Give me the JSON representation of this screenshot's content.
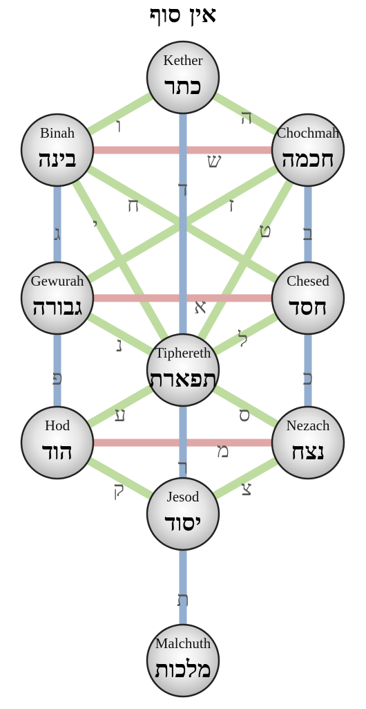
{
  "title": "אין סוף",
  "colors": {
    "vertical_path": "#93aecf",
    "horizontal_path": "#e0a7a7",
    "diagonal_path": "#bedc9f",
    "circle_edge": "#222222",
    "circle_center": "#ffffff",
    "circle_rim": "#b8b8b8",
    "letter": "#555555"
  },
  "sephiroth": [
    {
      "id": "kether",
      "name": "Kether",
      "hebrew": "כתר"
    },
    {
      "id": "binah",
      "name": "Binah",
      "hebrew": "בינה"
    },
    {
      "id": "chochmah",
      "name": "Chochmah",
      "hebrew": "חכמה"
    },
    {
      "id": "gewurah",
      "name": "Gewurah",
      "hebrew": "גבורה"
    },
    {
      "id": "chesed",
      "name": "Chesed",
      "hebrew": "חסד"
    },
    {
      "id": "tiphereth",
      "name": "Tiphereth",
      "hebrew": "תפארת"
    },
    {
      "id": "hod",
      "name": "Hod",
      "hebrew": "הוד"
    },
    {
      "id": "nezach",
      "name": "Nezach",
      "hebrew": "נצח"
    },
    {
      "id": "jesod",
      "name": "Jesod",
      "hebrew": "יסוד"
    },
    {
      "id": "malchuth",
      "name": "Malchuth",
      "hebrew": "מלכות"
    }
  ],
  "paths": [
    {
      "id": "p-he",
      "from": "kether",
      "to": "chochmah",
      "letter": "ה",
      "kind": "diagonal"
    },
    {
      "id": "p-vav",
      "from": "kether",
      "to": "binah",
      "letter": "ו",
      "kind": "diagonal"
    },
    {
      "id": "p-dalet",
      "from": "kether",
      "to": "tiphereth",
      "letter": "ד",
      "kind": "vertical"
    },
    {
      "id": "p-shin",
      "from": "binah",
      "to": "chochmah",
      "letter": "ש",
      "kind": "horizontal"
    },
    {
      "id": "p-gimel",
      "from": "binah",
      "to": "gewurah",
      "letter": "ג",
      "kind": "vertical"
    },
    {
      "id": "p-bet",
      "from": "chochmah",
      "to": "chesed",
      "letter": "ב",
      "kind": "vertical"
    },
    {
      "id": "p-chet",
      "from": "binah",
      "to": "chesed",
      "letter": "ח",
      "kind": "diagonal"
    },
    {
      "id": "p-zayin",
      "from": "chochmah",
      "to": "gewurah",
      "letter": "ז",
      "kind": "diagonal"
    },
    {
      "id": "p-yod",
      "from": "binah",
      "to": "tiphereth",
      "letter": "י",
      "kind": "diagonal"
    },
    {
      "id": "p-tet",
      "from": "chochmah",
      "to": "tiphereth",
      "letter": "ט",
      "kind": "diagonal"
    },
    {
      "id": "p-alef",
      "from": "gewurah",
      "to": "chesed",
      "letter": "א",
      "kind": "horizontal"
    },
    {
      "id": "p-nun",
      "from": "gewurah",
      "to": "tiphereth",
      "letter": "נ",
      "kind": "diagonal"
    },
    {
      "id": "p-lamed",
      "from": "chesed",
      "to": "tiphereth",
      "letter": "ל",
      "kind": "diagonal"
    },
    {
      "id": "p-pe",
      "from": "gewurah",
      "to": "hod",
      "letter": "פ",
      "kind": "vertical"
    },
    {
      "id": "p-kaf",
      "from": "chesed",
      "to": "nezach",
      "letter": "כ",
      "kind": "vertical"
    },
    {
      "id": "p-ayin",
      "from": "tiphereth",
      "to": "hod",
      "letter": "ע",
      "kind": "diagonal"
    },
    {
      "id": "p-samekh",
      "from": "tiphereth",
      "to": "nezach",
      "letter": "ס",
      "kind": "diagonal"
    },
    {
      "id": "p-resh",
      "from": "tiphereth",
      "to": "jesod",
      "letter": "ר",
      "kind": "vertical"
    },
    {
      "id": "p-mem",
      "from": "hod",
      "to": "nezach",
      "letter": "מ",
      "kind": "horizontal"
    },
    {
      "id": "p-qof",
      "from": "hod",
      "to": "jesod",
      "letter": "ק",
      "kind": "diagonal"
    },
    {
      "id": "p-tsadi",
      "from": "nezach",
      "to": "jesod",
      "letter": "צ",
      "kind": "diagonal"
    },
    {
      "id": "p-tav",
      "from": "jesod",
      "to": "malchuth",
      "letter": "ת",
      "kind": "vertical"
    }
  ]
}
